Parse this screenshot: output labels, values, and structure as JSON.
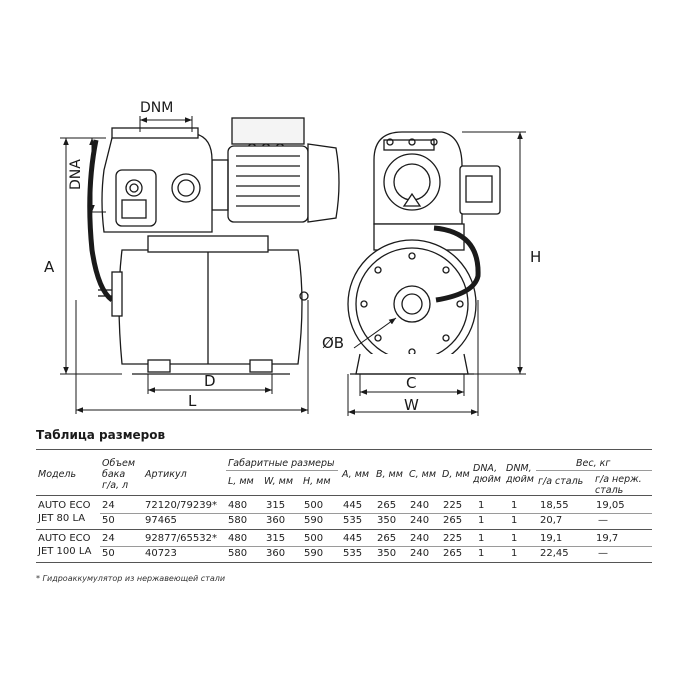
{
  "drawing": {
    "labels": {
      "dnm": "DNM",
      "dna": "DNA",
      "a": "A",
      "d": "D",
      "l": "L",
      "h": "H",
      "b": "ØB",
      "c": "C",
      "w": "W"
    }
  },
  "table": {
    "title": "Таблица размеров",
    "headers": {
      "model": "Модель",
      "tank_1": "Объем",
      "tank_2": "бака",
      "tank_3": "г/а, л",
      "article": "Артикул",
      "overall": "Габаритные размеры",
      "l": "L, мм",
      "w": "W, мм",
      "h": "H, мм",
      "a": "A, мм",
      "b": "B, мм",
      "c": "C, мм",
      "d": "D, мм",
      "dna_1": "DNA,",
      "dna_2": "дюйм",
      "dnm_1": "DNM,",
      "dnm_2": "дюйм",
      "weight": "Вес, кг",
      "steel": "г/а сталь",
      "stainless_1": "г/а нерж.",
      "stainless_2": "сталь"
    },
    "models": [
      {
        "line1": "AUTO ECO",
        "line2": "JET 80 LA"
      },
      {
        "line1": "AUTO ECO",
        "line2": "JET 100 LA"
      }
    ],
    "rows": [
      {
        "tank": "24",
        "article": "72120/79239*",
        "l": "480",
        "w": "315",
        "h": "500",
        "a": "445",
        "b": "265",
        "c": "240",
        "d": "225",
        "dna": "1",
        "dnm": "1",
        "steel": "18,55",
        "stainless": "19,05"
      },
      {
        "tank": "50",
        "article": "97465",
        "l": "580",
        "w": "360",
        "h": "590",
        "a": "535",
        "b": "350",
        "c": "240",
        "d": "265",
        "dna": "1",
        "dnm": "1",
        "steel": "20,7",
        "stainless": "—"
      },
      {
        "tank": "24",
        "article": "92877/65532*",
        "l": "480",
        "w": "315",
        "h": "500",
        "a": "445",
        "b": "265",
        "c": "240",
        "d": "225",
        "dna": "1",
        "dnm": "1",
        "steel": "19,1",
        "stainless": "19,7"
      },
      {
        "tank": "50",
        "article": "40723",
        "l": "580",
        "w": "360",
        "h": "590",
        "a": "535",
        "b": "350",
        "c": "240",
        "d": "265",
        "dna": "1",
        "dnm": "1",
        "steel": "22,45",
        "stainless": "—"
      }
    ],
    "footnote": "* Гидроаккумулятор из нержавеющей стали"
  }
}
